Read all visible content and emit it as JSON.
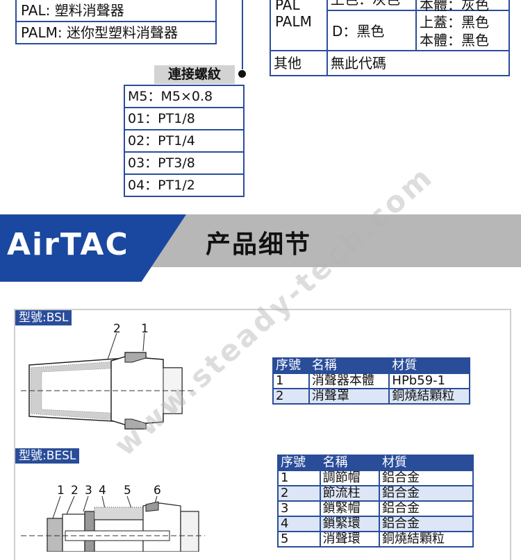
{
  "codes": {
    "material": [
      "PAL: 塑料消聲器",
      "PALM: 迷你型塑料消聲器"
    ]
  },
  "color_table": {
    "cell_top": "上色：灰色",
    "cell_top_right": "本體：灰色",
    "cell_left": "PAL\nPALM",
    "cell_left_line1": "PAL",
    "cell_left_line2": "PALM",
    "cell_d": "D：黑色",
    "cell_d_right1": "上蓋：黑色",
    "cell_d_right2": "本體：黑色",
    "other_label": "其他",
    "other_value": "無此代碼"
  },
  "thread": {
    "label": "連接螺紋",
    "rows": [
      "M5：M5×0.8",
      "01：PT1/8",
      "02：PT1/4",
      "03：PT3/8",
      "04：PT1/2"
    ]
  },
  "banner": {
    "logo": "AirTAC",
    "title": "产品细节"
  },
  "watermark": "www.steady-tech.com",
  "bsl": {
    "model": "型號:BSL",
    "callouts": [
      "2",
      "1"
    ],
    "headers": [
      "序號",
      "名稱",
      "材質"
    ],
    "rows": [
      [
        "1",
        "消聲器本體",
        "HPb59-1"
      ],
      [
        "2",
        "消聲罩",
        "銅燒結顆粒"
      ]
    ]
  },
  "besl": {
    "model": "型號:BESL",
    "callouts": [
      "1",
      "2",
      "3",
      "4",
      "5",
      "6"
    ],
    "headers": [
      "序號",
      "名稱",
      "材質"
    ],
    "rows": [
      [
        "1",
        "調節帽",
        "鋁合金"
      ],
      [
        "2",
        "節流柱",
        "鋁合金"
      ],
      [
        "3",
        "鎖緊帽",
        "鋁合金"
      ],
      [
        "4",
        "鎖緊環",
        "鋁合金"
      ],
      [
        "5",
        "消聲環",
        "銅燒結顆粒"
      ]
    ]
  },
  "colors": {
    "accent": "#2a4d9a",
    "banner_grey": "#b7b7b7",
    "logo_blue": "#1a48a0"
  }
}
